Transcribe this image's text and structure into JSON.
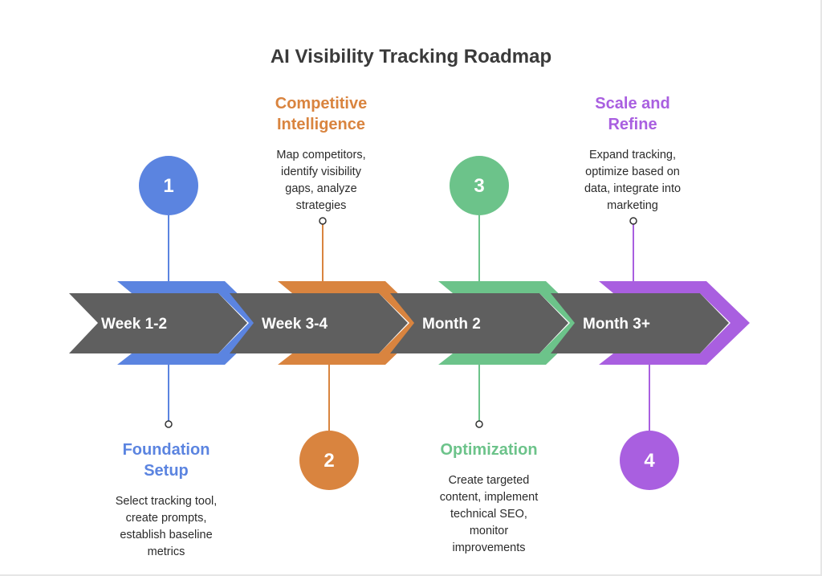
{
  "title": "AI Visibility Tracking Roadmap",
  "colors": {
    "arrow_body": "#5f5f5f",
    "text": "#2b2b2b"
  },
  "stages": [
    {
      "number": "1",
      "period": "Week 1-2",
      "heading_lines": [
        "Foundation",
        "Setup"
      ],
      "desc_lines": [
        "Select tracking tool,",
        "create prompts,",
        "establish baseline",
        "metrics"
      ],
      "color": "#5b84e0",
      "position": "bottom"
    },
    {
      "number": "2",
      "period": "Week 3-4",
      "heading_lines": [
        "Competitive",
        "Intelligence"
      ],
      "desc_lines": [
        "Map competitors,",
        "identify visibility",
        "gaps, analyze",
        "strategies"
      ],
      "color": "#d9843f",
      "position": "top"
    },
    {
      "number": "3",
      "period": "Month 2",
      "heading_lines": [
        "Optimization"
      ],
      "desc_lines": [
        "Create targeted",
        "content, implement",
        "technical SEO,",
        "monitor",
        "improvements"
      ],
      "color": "#6cc38a",
      "position": "bottom"
    },
    {
      "number": "4",
      "period": "Month 3+",
      "heading_lines": [
        "Scale and",
        "Refine"
      ],
      "desc_lines": [
        "Expand tracking,",
        "optimize based on",
        "data, integrate into",
        "marketing"
      ],
      "color": "#a95fe0",
      "position": "top"
    }
  ]
}
